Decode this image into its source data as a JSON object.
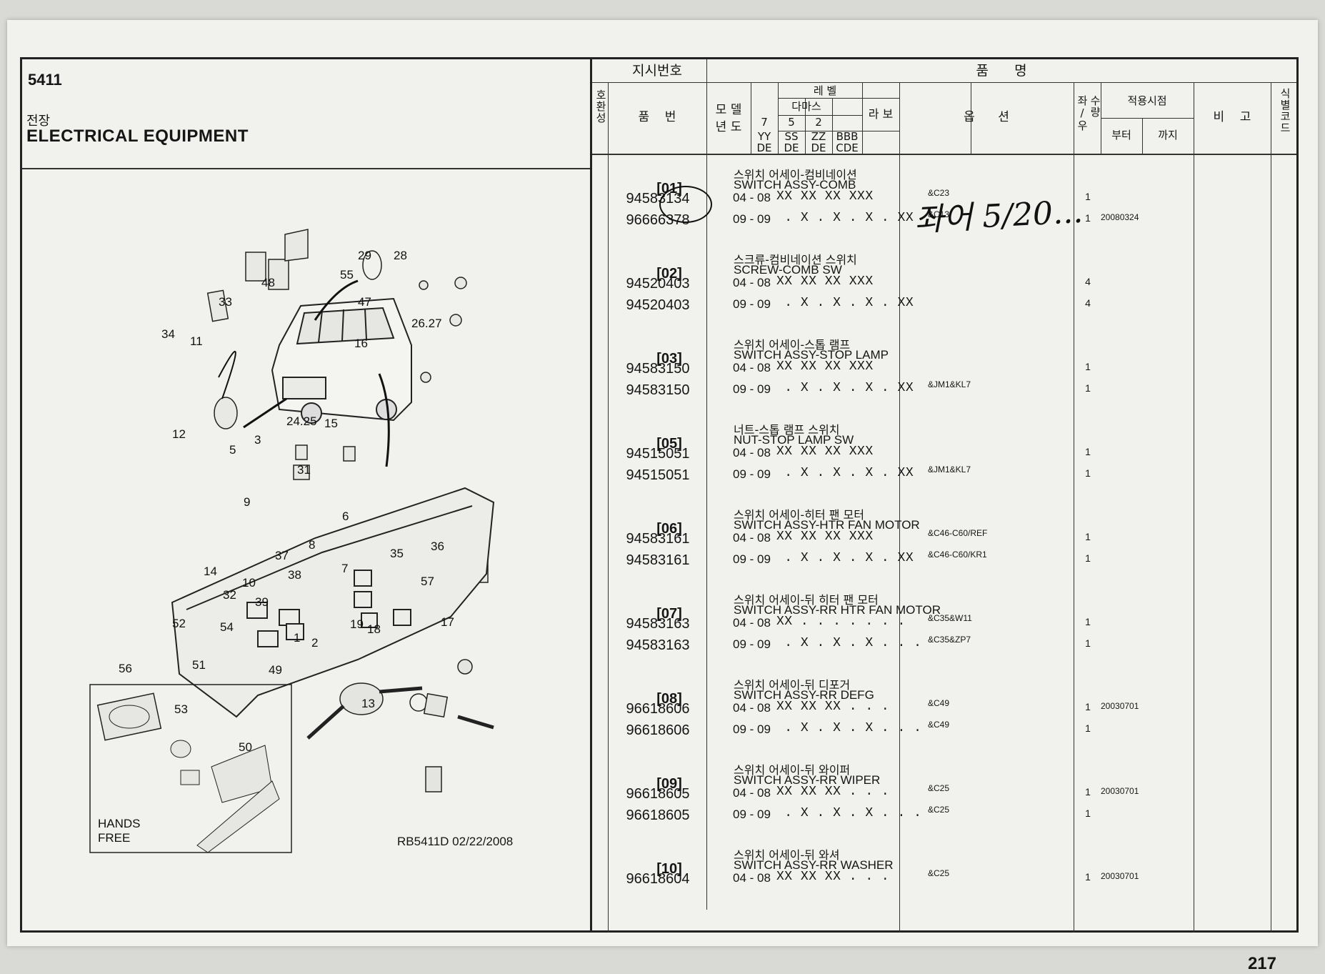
{
  "section": {
    "code": "5411",
    "title_kr": "전장",
    "title_en": "ELECTRICAL EQUIPMENT"
  },
  "drawing_ref": "RB5411D  02/22/2008",
  "page_number": "217",
  "handwritten_note": "좌어 5/20...",
  "diagram": {
    "callouts": [
      "47",
      "29",
      "28",
      "55",
      "48",
      "33",
      "34",
      "11",
      "26.27",
      "16",
      "12",
      "3",
      "5",
      "24.25",
      "15",
      "31",
      "9",
      "6",
      "35",
      "36",
      "8",
      "7",
      "14",
      "37",
      "10",
      "32",
      "38",
      "39",
      "57",
      "19",
      "18",
      "17",
      "1",
      "2",
      "52",
      "54",
      "56",
      "51",
      "49",
      "53",
      "13",
      "50"
    ],
    "hands_free_label_1": "HANDS",
    "hands_free_label_2": "FREE"
  },
  "header": {
    "order_no": "지시번호",
    "name": "품      명",
    "interchange": "호환성",
    "part_no": "품    번",
    "model_year_1": "모 델",
    "model_year_2": "년 도",
    "level": "레 벨",
    "damas": "다마스",
    "labo": "라 보",
    "lv_7": "7",
    "lv_5": "5",
    "lv_2": "2",
    "yy": "YY",
    "ss": "SS",
    "zz": "ZZ",
    "bbb": "BBB",
    "de1": "DE",
    "de2": "DE",
    "de3": "DE",
    "cde": "CDE",
    "option": "옵      션",
    "lr": "좌/우",
    "qty": "수량",
    "applied": "적용시점",
    "from": "부터",
    "to": "까지",
    "remarks": "비    고",
    "id_code": "식별코드"
  },
  "items": [
    {
      "ref": "[01]",
      "kr": "스위치 어세이-컴비네이션",
      "en": "SWITCH ASSY-COMB",
      "rows": [
        {
          "pno": "94583134",
          "yr": "04 - 08",
          "lv": "XX XX XX XXX",
          "opt": "&C23",
          "qty": "1",
          "from": ""
        },
        {
          "pno": "96666378",
          "yr": "09 - 09",
          "lv": " . X . X . X . XX",
          "opt": "&C13",
          "qty": "1",
          "from": "20080324"
        }
      ]
    },
    {
      "ref": "[02]",
      "kr": "스크류-컴비네이션 스위치",
      "en": "SCREW-COMB SW",
      "rows": [
        {
          "pno": "94520403",
          "yr": "04 - 08",
          "lv": "XX XX XX XXX",
          "opt": "",
          "qty": "4",
          "from": ""
        },
        {
          "pno": "94520403",
          "yr": "09 - 09",
          "lv": " . X . X . X . XX",
          "opt": "",
          "qty": "4",
          "from": ""
        }
      ]
    },
    {
      "ref": "[03]",
      "kr": "스위치 어세이-스톱 램프",
      "en": "SWITCH ASSY-STOP LAMP",
      "rows": [
        {
          "pno": "94583150",
          "yr": "04 - 08",
          "lv": "XX XX XX XXX",
          "opt": "",
          "qty": "1",
          "from": ""
        },
        {
          "pno": "94583150",
          "yr": "09 - 09",
          "lv": " . X . X . X . XX",
          "opt": "&JM1&KL7",
          "qty": "1",
          "from": ""
        }
      ]
    },
    {
      "ref": "[05]",
      "kr": "너트-스톱 램프 스위치",
      "en": "NUT-STOP LAMP SW",
      "rows": [
        {
          "pno": "94515051",
          "yr": "04 - 08",
          "lv": "XX XX XX XXX",
          "opt": "",
          "qty": "1",
          "from": ""
        },
        {
          "pno": "94515051",
          "yr": "09 - 09",
          "lv": " . X . X . X . XX",
          "opt": "&JM1&KL7",
          "qty": "1",
          "from": ""
        }
      ]
    },
    {
      "ref": "[06]",
      "kr": "스위치 어세이-히터 팬 모터",
      "en": "SWITCH ASSY-HTR FAN MOTOR",
      "rows": [
        {
          "pno": "94583161",
          "yr": "04 - 08",
          "lv": "XX XX XX XXX",
          "opt": "&C46-C60/REF",
          "qty": "1",
          "from": ""
        },
        {
          "pno": "94583161",
          "yr": "09 - 09",
          "lv": " . X . X . X . XX",
          "opt": "&C46-C60/KR1",
          "qty": "1",
          "from": ""
        }
      ]
    },
    {
      "ref": "[07]",
      "kr": "스위치 어세이-뒤 히터 팬 모터",
      "en": "SWITCH ASSY-RR HTR FAN MOTOR",
      "rows": [
        {
          "pno": "94583163",
          "yr": "04 - 08",
          "lv": "XX . . . . . . .",
          "opt": "&C35&W11",
          "qty": "1",
          "from": ""
        },
        {
          "pno": "94583163",
          "yr": "09 - 09",
          "lv": " . X . X . X . . .",
          "opt": "&C35&ZP7",
          "qty": "1",
          "from": ""
        }
      ]
    },
    {
      "ref": "[08]",
      "kr": "스위치 어세이-뒤 디포거",
      "en": "SWITCH ASSY-RR DEFG",
      "rows": [
        {
          "pno": "96618606",
          "yr": "04 - 08",
          "lv": "XX XX XX . . .",
          "opt": "&C49",
          "qty": "1",
          "from": "20030701"
        },
        {
          "pno": "96618606",
          "yr": "09 - 09",
          "lv": " . X . X . X . . .",
          "opt": "&C49",
          "qty": "1",
          "from": ""
        }
      ]
    },
    {
      "ref": "[09]",
      "kr": "스위치 어세이-뒤 와이퍼",
      "en": "SWITCH ASSY-RR WIPER",
      "rows": [
        {
          "pno": "96618605",
          "yr": "04 - 08",
          "lv": "XX XX XX . . .",
          "opt": "&C25",
          "qty": "1",
          "from": "20030701"
        },
        {
          "pno": "96618605",
          "yr": "09 - 09",
          "lv": " . X . X . X . . .",
          "opt": "&C25",
          "qty": "1",
          "from": ""
        }
      ]
    },
    {
      "ref": "[10]",
      "kr": "스위치 어세이-뒤 와셔",
      "en": "SWITCH ASSY-RR WASHER",
      "rows": [
        {
          "pno": "96618604",
          "yr": "04 - 08",
          "lv": "XX XX XX . . .",
          "opt": "&C25",
          "qty": "1",
          "from": "20030701"
        }
      ]
    }
  ]
}
